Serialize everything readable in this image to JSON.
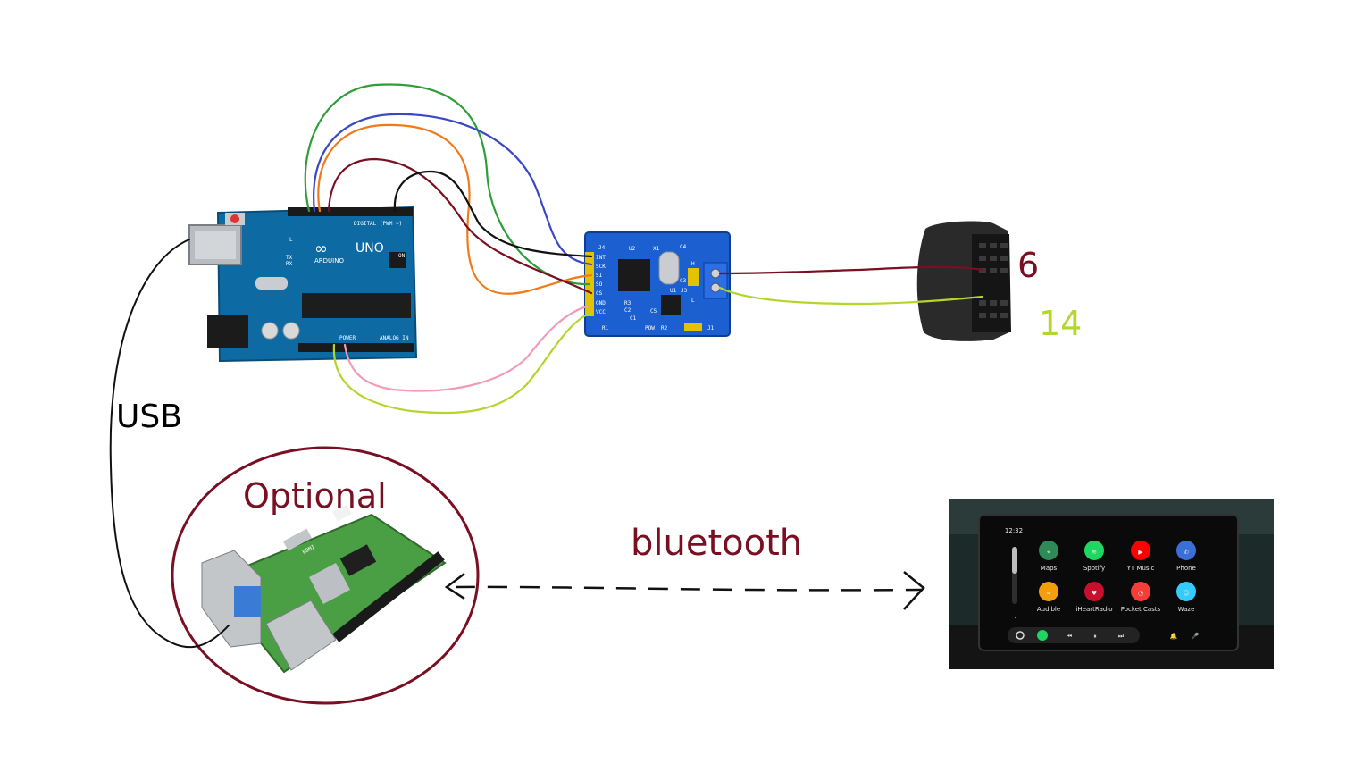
{
  "labels": {
    "usb": "USB",
    "optional": "Optional",
    "bluetooth": "bluetooth",
    "pin_6": "6",
    "pin_14": "14"
  },
  "arduino": {
    "brand": "ARDUINO",
    "model": "UNO",
    "digital": "DIGITAL (PWM ~)",
    "power": "POWER",
    "analog_in": "ANALOG IN",
    "tx": "TX",
    "rx": "RX",
    "on": "ON",
    "l": "L"
  },
  "can_module": {
    "header": "J4",
    "pins": [
      "INT",
      "SCK",
      "SI",
      "SO",
      "CS",
      "GND",
      "VCC"
    ],
    "chip_u2": "U2",
    "crystal": "X1",
    "c4": "C4",
    "c3": "C3",
    "u1": "U1",
    "j3": "J3",
    "r3": "R3",
    "c2": "C2",
    "c1": "C1",
    "c5": "C5",
    "r1": "R1",
    "pow": "POW",
    "r2": "R2",
    "j1": "J1",
    "h": "H",
    "l": "L"
  },
  "raspberry_pi": {
    "hdmi": "HDMI"
  },
  "android_auto": {
    "time": "12:32",
    "apps": [
      {
        "name": "Maps",
        "color": "#2e8b57"
      },
      {
        "name": "Spotify",
        "color": "#1ed760"
      },
      {
        "name": "YT Music",
        "color": "#ff0000"
      },
      {
        "name": "Phone",
        "color": "#3b6fd8"
      },
      {
        "name": "Audible",
        "color": "#f59e0b"
      },
      {
        "name": "iHeartRadio",
        "color": "#c8102e"
      },
      {
        "name": "Pocket Casts",
        "color": "#f43e37"
      },
      {
        "name": "Waze",
        "color": "#33ccff"
      }
    ]
  },
  "colors": {
    "wire_green": "#2e9e3a",
    "wire_blue": "#3b48c4",
    "wire_orange": "#f07a1a",
    "wire_maroon": "#7a0f22",
    "wire_black": "#111111",
    "wire_pink": "#f29bb5",
    "wire_lime": "#b2d62a",
    "arduino_board": "#0e6aa3",
    "can_board": "#1b5fd0",
    "pi_board": "#4a9e44",
    "circle": "#7a0f22"
  }
}
